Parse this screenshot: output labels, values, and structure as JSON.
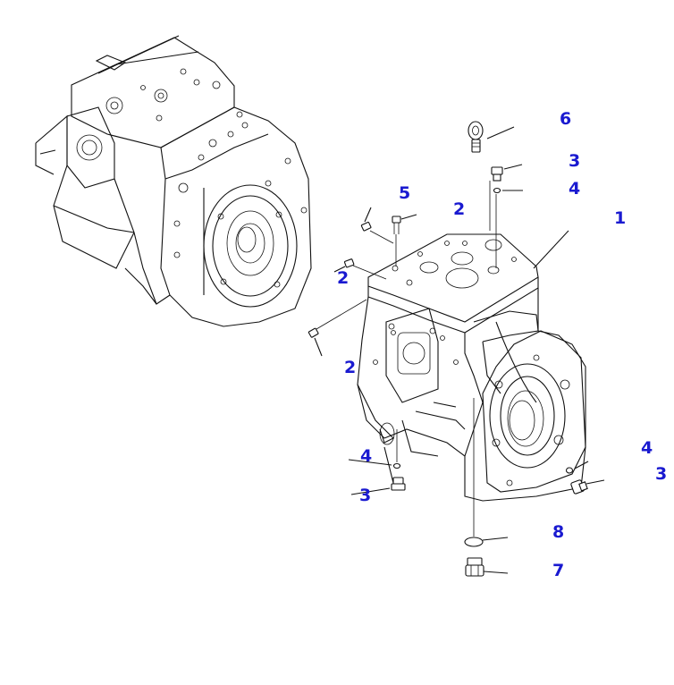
{
  "diagram": {
    "callouts": [
      {
        "id": "c6",
        "label": "6"
      },
      {
        "id": "c3a",
        "label": "3"
      },
      {
        "id": "c4a",
        "label": "4"
      },
      {
        "id": "c1",
        "label": "1"
      },
      {
        "id": "c5",
        "label": "5"
      },
      {
        "id": "c2a",
        "label": "2"
      },
      {
        "id": "c2b",
        "label": "2"
      },
      {
        "id": "c2c",
        "label": "2"
      },
      {
        "id": "c4b",
        "label": "4"
      },
      {
        "id": "c3b",
        "label": "3"
      },
      {
        "id": "c4c",
        "label": "4"
      },
      {
        "id": "c3c",
        "label": "3"
      },
      {
        "id": "c8",
        "label": "8"
      },
      {
        "id": "c7",
        "label": "7"
      }
    ],
    "callout_color": "#1a1ad0",
    "line_color": "#111111"
  }
}
